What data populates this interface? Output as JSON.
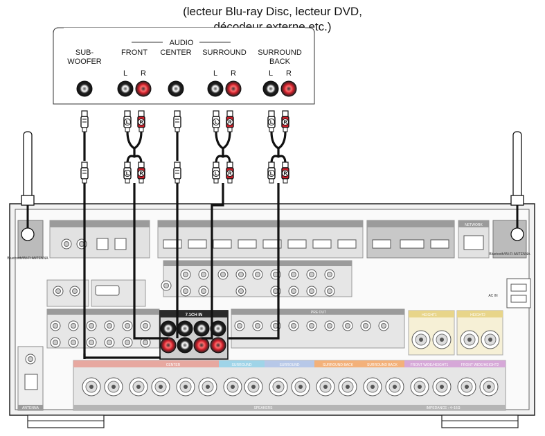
{
  "caption": {
    "line1": "(lecteur Blu-ray Disc, lecteur DVD,",
    "line2": "décodeur externe etc.)"
  },
  "source_device": {
    "group_label": "AUDIO",
    "channels": [
      {
        "id": "subwoofer",
        "label": "SUB-\nWOOFER",
        "ports": [
          "white"
        ]
      },
      {
        "id": "front",
        "label": "FRONT",
        "ports": [
          "L",
          "R"
        ]
      },
      {
        "id": "center",
        "label": "CENTER",
        "ports": [
          "white"
        ]
      },
      {
        "id": "surround",
        "label": "SURROUND",
        "ports": [
          "L",
          "R"
        ]
      },
      {
        "id": "surround_back",
        "label": "SURROUND\nBACK",
        "ports": [
          "L",
          "R"
        ]
      }
    ],
    "lr_labels": {
      "left": "L",
      "right": "R"
    }
  },
  "receiver": {
    "input_block_label": "7.1CH IN",
    "antenna_label": "Bluetooth/Wi-Fi ANTENNA",
    "bottom_labels": {
      "left": "ANTENNA",
      "speakers": "SPEAKERS",
      "impedance": "IMPEDANCE : 4~16Ω"
    },
    "ac_in_label": "AC IN",
    "network_label": "NETWORK",
    "pre_out_label": "PRE OUT",
    "height1_label": "HEIGHT1",
    "height2_label": "HEIGHT2",
    "speaker_sections": [
      "CENTER",
      "SURROUND",
      "SURROUND",
      "SURROUND BACK",
      "SURROUND BACK",
      "FRONT WIDE/HEIGHT1",
      "FRONT WIDE/HEIGHT2"
    ]
  },
  "colors": {
    "red_plug": "#cc1f2a",
    "cable": "#111111",
    "panel": "#e8e8e8",
    "panel_dark": "#9a9a9a"
  }
}
